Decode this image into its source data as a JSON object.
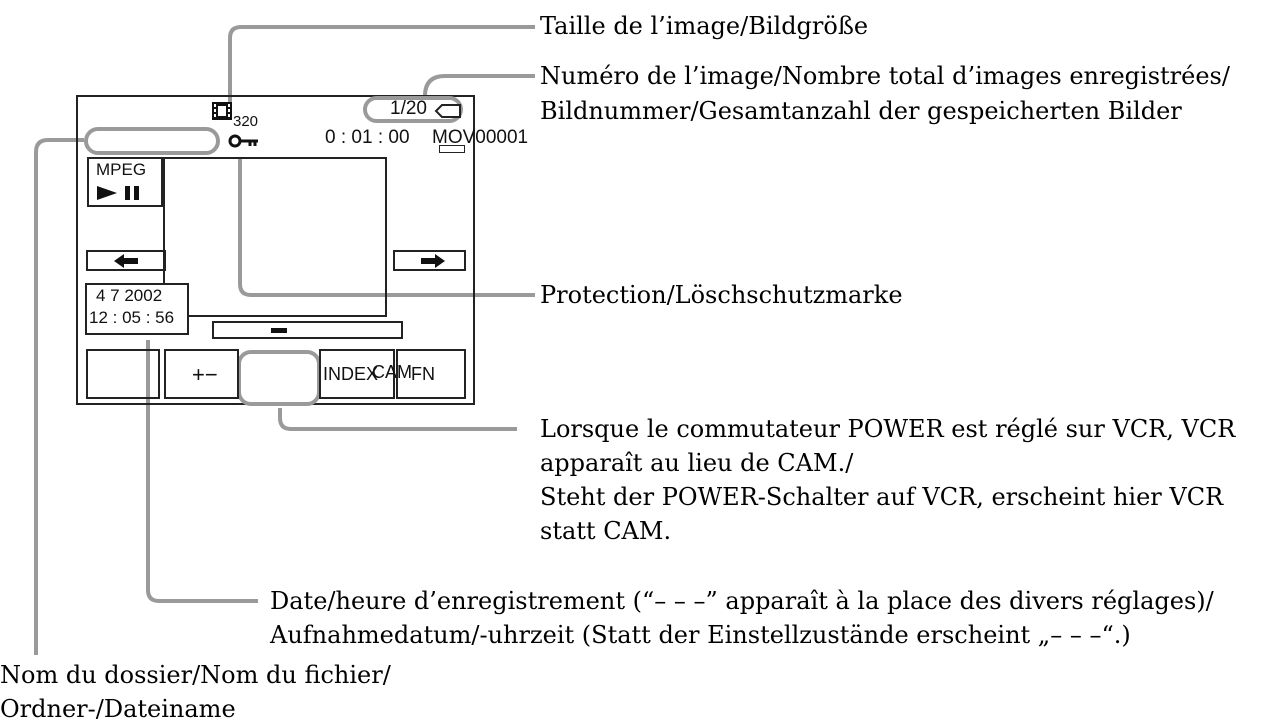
{
  "callouts": {
    "image_size": "Taille de l’image/Bildgröße",
    "image_number_1": "Numéro de l’image/Nombre total d’images enregistrées/",
    "image_number_2": "Bildnummer/Gesamtanzahl der gespeicherten Bilder",
    "protection": "Protection/Löschschutzmarke",
    "power_vcr_1": "Lorsque le commutateur POWER est réglé sur VCR, VCR",
    "power_vcr_2": "apparaît au lieu de CAM./",
    "power_vcr_3": "Steht der POWER-Schalter auf VCR, erscheint hier VCR",
    "power_vcr_4": "statt CAM.",
    "date_time_1": "Date/heure d’enregistrement (“– – –” apparaît à la place des divers réglages)/",
    "date_time_2": "Aufnahmedatum/-uhrzeit (Statt der Einstellzustände erscheint „– – –“.)",
    "folder_1": "Nom du dossier/Nom du fichier/",
    "folder_2": "Ordner-/Dateiname"
  },
  "screen": {
    "size_value": "320",
    "image_counter": "1/20",
    "timecode": "0 : 01 : 00",
    "file_name": "MOV00001",
    "mpeg_label": "MPEG",
    "play_pause_symbol": "► ▌▌",
    "prev_arrow": "⬅",
    "next_arrow": "➡",
    "date": "4  7  2002",
    "time": "12 : 05 : 56",
    "plus_minus": "+−",
    "index_label": "INDEX",
    "cam_label": "CAM",
    "fn_label": "FN"
  },
  "icons": {
    "size_icon": "film-size-icon",
    "protect_icon": "key-icon",
    "play_icon": "play-pause-icon"
  }
}
